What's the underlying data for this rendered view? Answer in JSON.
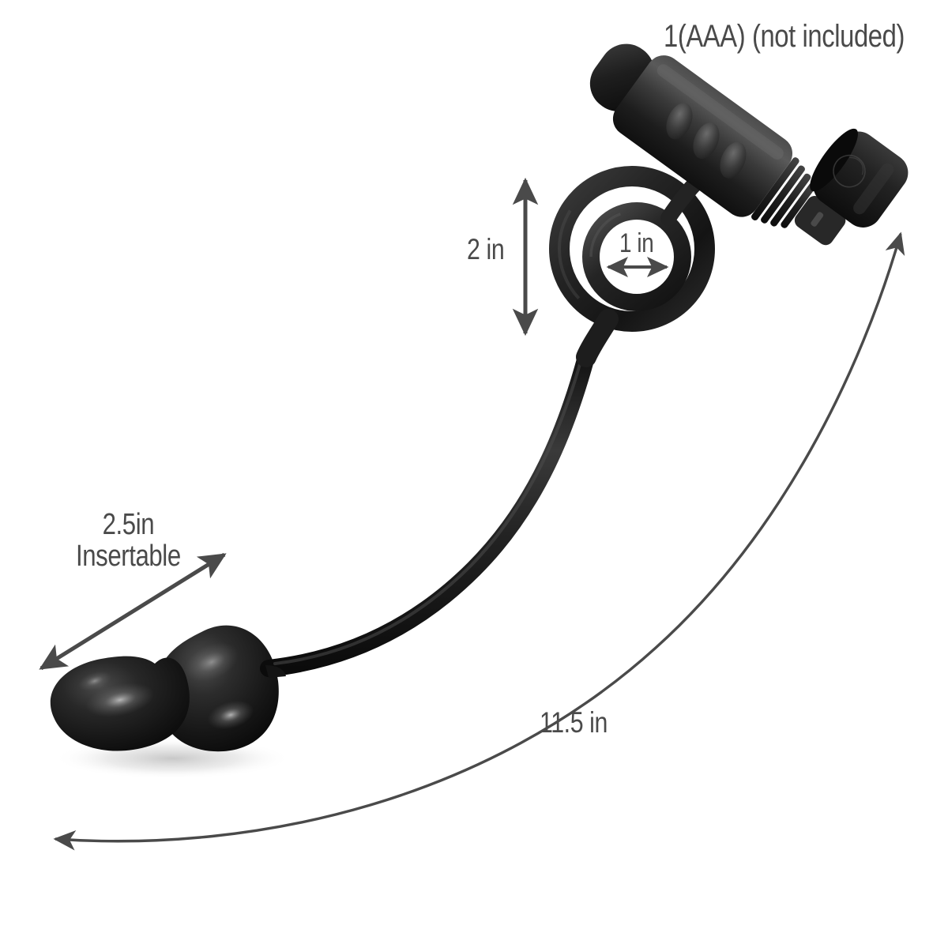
{
  "diagram": {
    "title": "Vibrating cock ring with anal plug — dimension diagram",
    "background_color": "#ffffff",
    "product_color": "#1c1c1c",
    "annotation_color": "#4a4a4a"
  },
  "labels": {
    "battery": "1(AAA) (not included)",
    "ring_height": "2 in",
    "ring_inner_diameter": "1 in",
    "insertable": "2.5in\nInsertable",
    "total_length": "11.5 in"
  },
  "measurements": [
    {
      "name": "ring-height",
      "value": "2 in",
      "axis": "vertical"
    },
    {
      "name": "ring-inner-diameter",
      "value": "1 in",
      "axis": "horizontal"
    },
    {
      "name": "insertable-length",
      "value": "2.5in Insertable",
      "axis": "diagonal"
    },
    {
      "name": "total-length",
      "value": "11.5 in",
      "axis": "curved"
    }
  ],
  "parts": {
    "bullet_vibrator": "bullet-vibrator",
    "bullet_buttons": 3,
    "end_cap": "battery-end-cap",
    "outer_ring": "outer-cock-ring",
    "inner_ring": "inner-cock-ring",
    "cord": "connecting-cord",
    "beads": 2
  }
}
